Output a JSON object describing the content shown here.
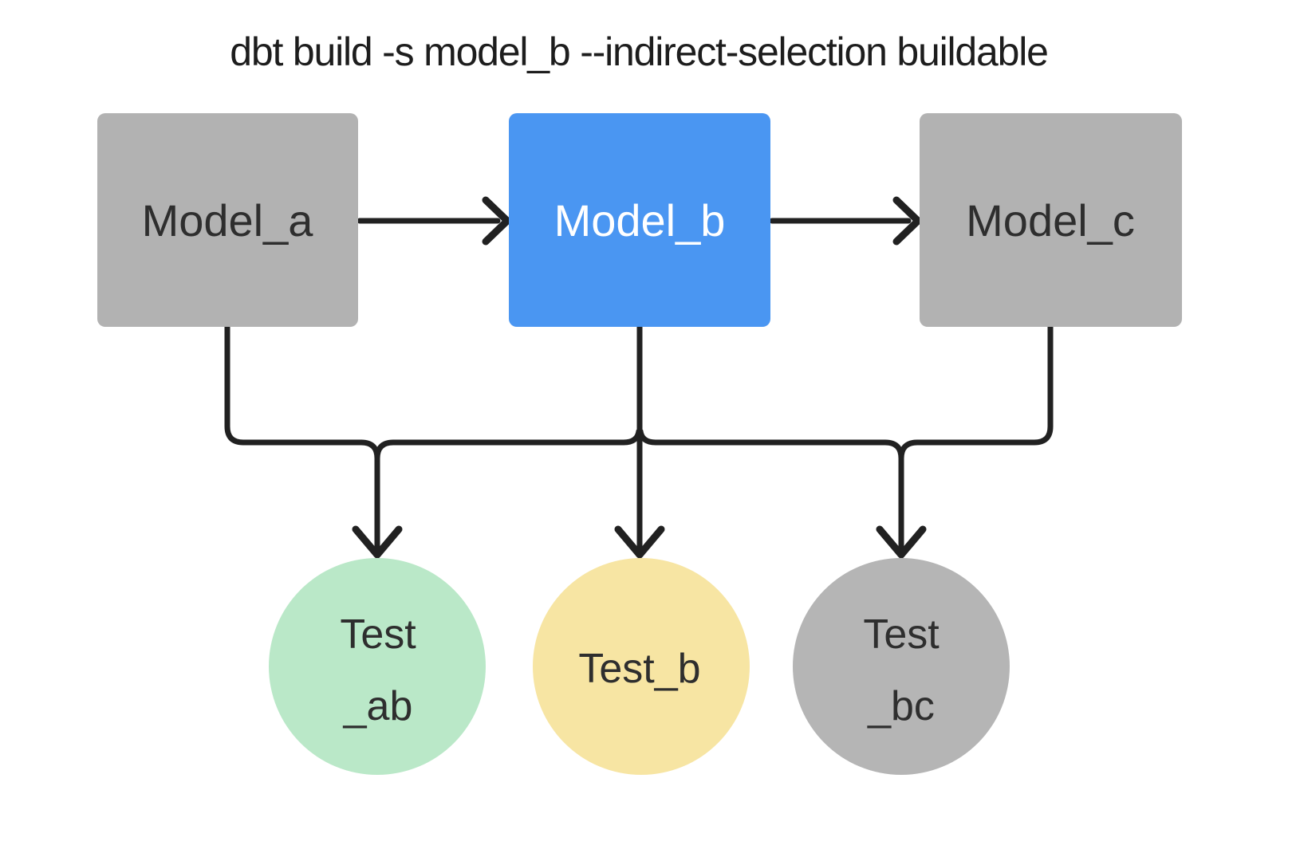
{
  "title": "dbt build -s model_b --indirect-selection buildable",
  "nodes": {
    "model_a": {
      "label": "Model_a",
      "type": "model",
      "fill": "#b2b2b2",
      "text_color": "#2e2e2e"
    },
    "model_b": {
      "label": "Model_b",
      "type": "model",
      "selected": true,
      "fill": "#4a96f2",
      "text_color": "#ffffff"
    },
    "model_c": {
      "label": "Model_c",
      "type": "model",
      "fill": "#b2b2b2",
      "text_color": "#2e2e2e"
    },
    "test_ab": {
      "label": "Test _ab",
      "lines": [
        "Test",
        "_ab"
      ],
      "type": "test",
      "fill": "#bae8c8",
      "text_color": "#2e2e2e"
    },
    "test_b": {
      "label": "Test_b",
      "type": "test",
      "fill": "#f7e5a3",
      "text_color": "#2e2e2e"
    },
    "test_bc": {
      "label": "Test _bc",
      "lines": [
        "Test",
        "_bc"
      ],
      "type": "test",
      "fill": "#b5b5b5",
      "text_color": "#2e2e2e"
    }
  },
  "edges": [
    {
      "from": "model_a",
      "to": "model_b"
    },
    {
      "from": "model_b",
      "to": "model_c"
    },
    {
      "from": "model_a",
      "to": "test_ab"
    },
    {
      "from": "model_b",
      "to": "test_ab"
    },
    {
      "from": "model_b",
      "to": "test_b"
    },
    {
      "from": "model_b",
      "to": "test_bc"
    },
    {
      "from": "model_c",
      "to": "test_bc"
    }
  ],
  "colors": {
    "edge": "#212121",
    "background": "#ffffff",
    "selected_node": "#4a96f2",
    "model_node": "#b2b2b2",
    "test_pass_node": "#bae8c8",
    "test_warn_node": "#f7e5a3",
    "test_skip_node": "#b5b5b5"
  }
}
